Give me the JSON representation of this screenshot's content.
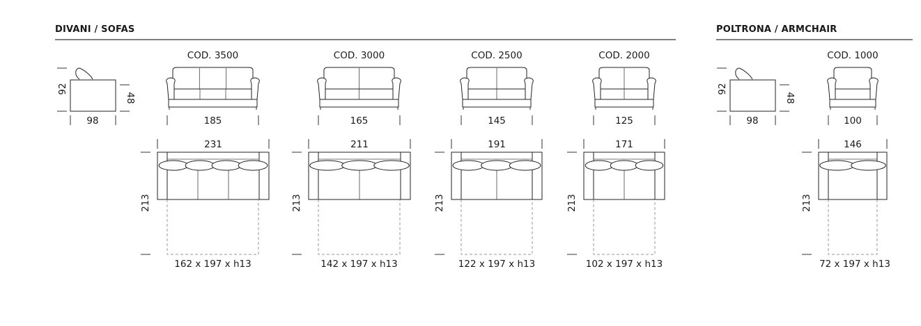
{
  "sections": [
    {
      "title": "DIVANI / SOFAS"
    },
    {
      "title": "POLTRONA / ARMCHAIR"
    }
  ],
  "side_views": [
    {
      "height": "92",
      "seat_height": "48",
      "depth": "98"
    },
    {
      "height": "92",
      "seat_height": "48",
      "depth": "98"
    }
  ],
  "models": [
    {
      "code": "COD. 3500",
      "front_width": "185",
      "top_width": "231",
      "depth": "213",
      "bed": "162 x 197 x h13"
    },
    {
      "code": "COD. 3000",
      "front_width": "165",
      "top_width": "211",
      "depth": "213",
      "bed": "142 x 197 x h13"
    },
    {
      "code": "COD. 2500",
      "front_width": "145",
      "top_width": "191",
      "depth": "213",
      "bed": "122 x 197 x h13"
    },
    {
      "code": "COD. 2000",
      "front_width": "125",
      "top_width": "171",
      "depth": "213",
      "bed": "102 x 197 x h13"
    },
    {
      "code": "COD. 1000",
      "front_width": "100",
      "top_width": "146",
      "depth": "213",
      "bed": "72 x 197 x h13"
    }
  ]
}
